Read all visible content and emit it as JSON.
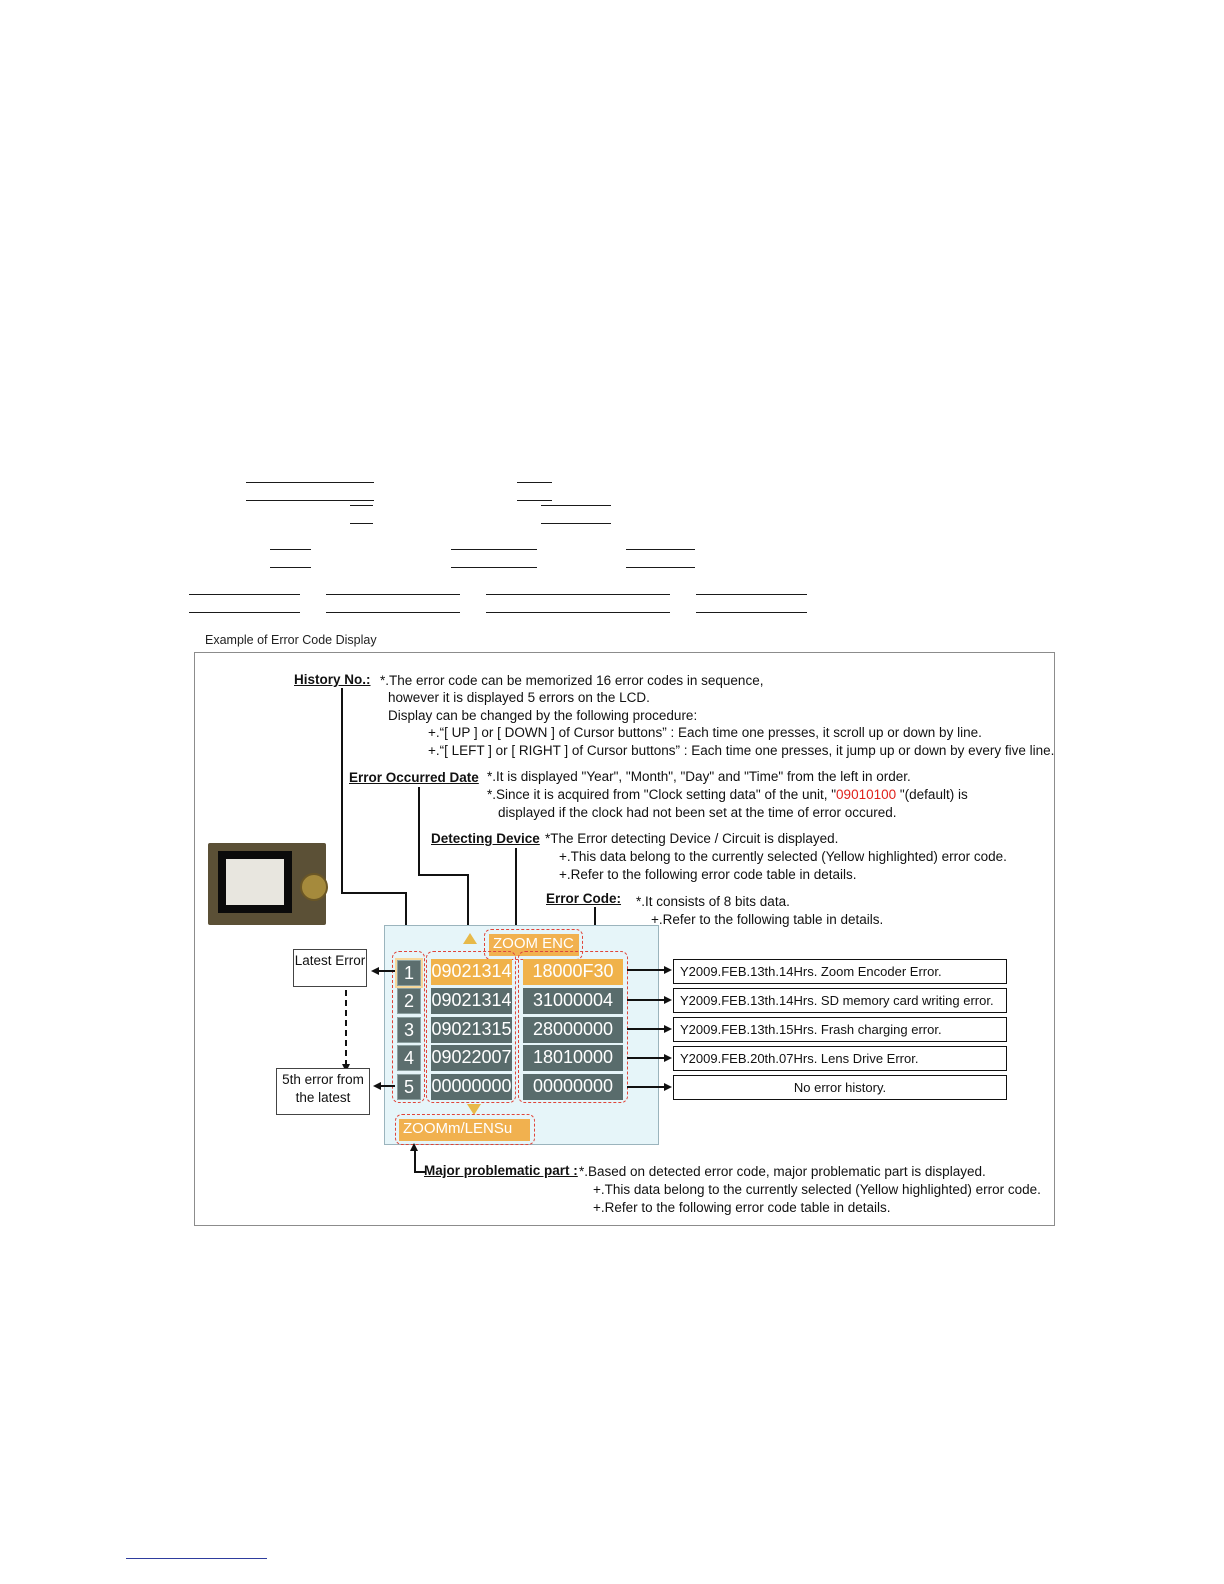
{
  "caption": "Example of Error Code Display",
  "history": {
    "heading": "History No.:",
    "lines": [
      "*.The error code can be memorized 16 error codes in sequence,",
      "however it is displayed 5 errors on the LCD.",
      "Display can be changed by the following procedure:",
      "+.“[ UP ] or [ DOWN ] of Cursor buttons” : Each time one presses, it scroll up or down by line.",
      "+.“[ LEFT ] or [ RIGHT ] of Cursor buttons” : Each time one presses, it  jump up or down by every five line."
    ]
  },
  "date": {
    "heading": "Error Occurred Date",
    "line1": "*.It is displayed \"Year\", \"Month\", \"Day\" and \"Time\" from the left in order.",
    "line2_pre": "*.Since it is acquired from \"Clock setting data\" of the unit, \"",
    "line2_red": "09010100",
    "line2_post": " \"(default) is",
    "line3": "displayed if the clock had not been set at the time of error occured."
  },
  "device": {
    "heading": "Detecting Device",
    "lines": [
      "*The Error detecting Device / Circuit is displayed.",
      "+.This data belong to the currently selected (Yellow highlighted) error code.",
      "+.Refer to the following error code table in details."
    ]
  },
  "error_code": {
    "heading": "Error Code:",
    "lines": [
      "*.It consists of 8 bits data.",
      "+.Refer to the following table in details."
    ]
  },
  "latest_label": "Latest Error",
  "fifth_label": "5th error from the latest",
  "lcd": {
    "device_label": "ZOOM ENC",
    "part_label": "ZOOMm/LENSu",
    "rows": [
      {
        "no": "1",
        "date": "09021314",
        "code": "18000F30",
        "desc": "Y2009.FEB.13th.14Hrs.  Zoom Encoder Error."
      },
      {
        "no": "2",
        "date": "09021314",
        "code": "31000004",
        "desc": "Y2009.FEB.13th.14Hrs.  SD memory card writing error."
      },
      {
        "no": "3",
        "date": "09021315",
        "code": "28000000",
        "desc": "Y2009.FEB.13th.15Hrs.  Frash charging error."
      },
      {
        "no": "4",
        "date": "09022007",
        "code": "18010000",
        "desc": "Y2009.FEB.20th.07Hrs.  Lens Drive Error."
      },
      {
        "no": "5",
        "date": "00000000",
        "code": "00000000",
        "desc": "No error history."
      }
    ]
  },
  "major": {
    "heading": "Major problematic part :",
    "lines": [
      "*.Based on detected error code, major problematic part is displayed.",
      "+.This data belong to the currently selected (Yellow highlighted) error code.",
      "+.Refer to the following error code table in details."
    ]
  }
}
